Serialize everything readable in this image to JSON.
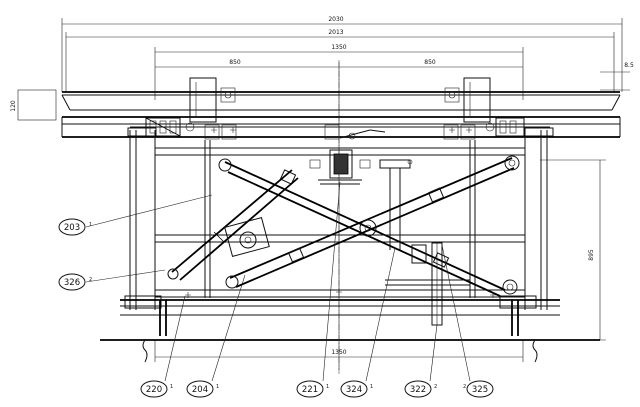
{
  "dimensions": {
    "overall_width": "2030",
    "inner_width": "2013",
    "center_span": "1350",
    "half_span_left": "850",
    "half_span_right": "850",
    "edge_offset": "8.5",
    "deck_height": "120",
    "lift_height": "895",
    "base_span": "1350"
  },
  "callouts": [
    {
      "number": "203",
      "sub": "1"
    },
    {
      "number": "326",
      "sub": "2"
    },
    {
      "number": "220",
      "sub": "1"
    },
    {
      "number": "204",
      "sub": "1"
    },
    {
      "number": "221",
      "sub": "1"
    },
    {
      "number": "324",
      "sub": "1"
    },
    {
      "number": "322",
      "sub": "2"
    },
    {
      "number": "325",
      "sub": "2"
    }
  ]
}
